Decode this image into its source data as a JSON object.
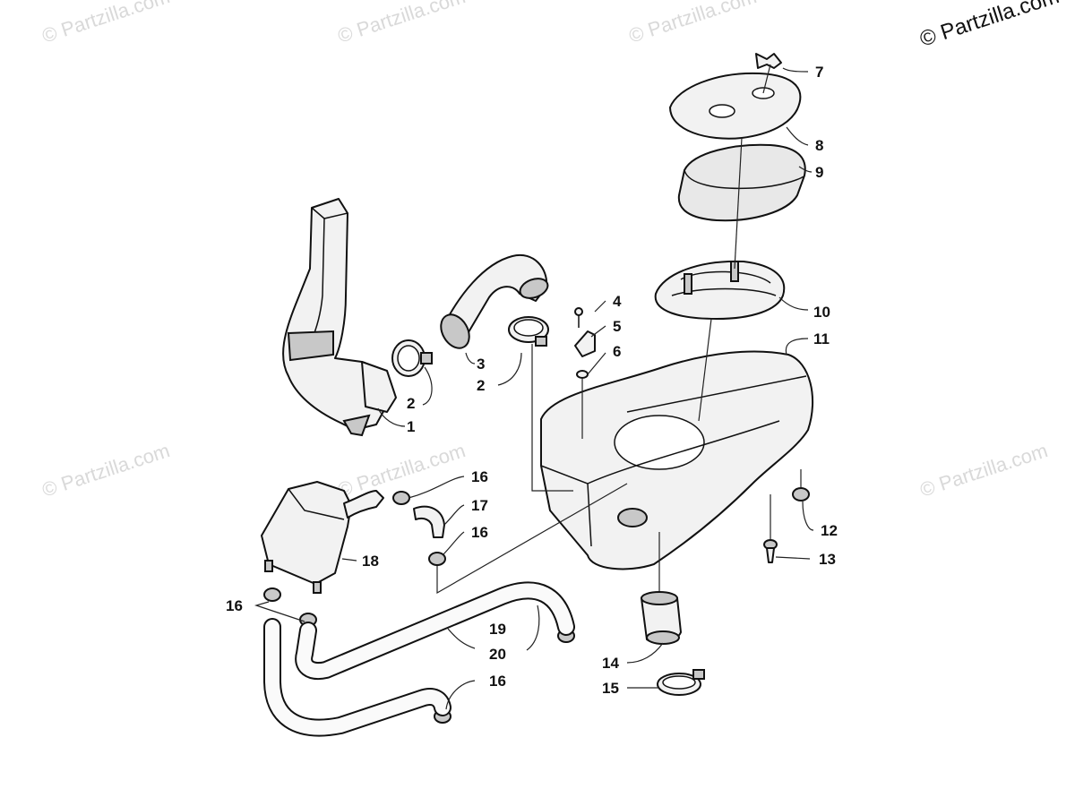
{
  "copyright": "© Partzilla.com",
  "watermark": "© Partzilla.com",
  "callouts": {
    "c1": "1",
    "c2a": "2",
    "c2b": "2",
    "c3": "3",
    "c4": "4",
    "c5": "5",
    "c6": "6",
    "c7": "7",
    "c8": "8",
    "c9": "9",
    "c10": "10",
    "c11": "11",
    "c12": "12",
    "c13": "13",
    "c14": "14",
    "c15": "15",
    "c16a": "16",
    "c16b": "16",
    "c16c": "16",
    "c16d": "16",
    "c17": "17",
    "c18": "18",
    "c19": "19",
    "c20": "20"
  }
}
